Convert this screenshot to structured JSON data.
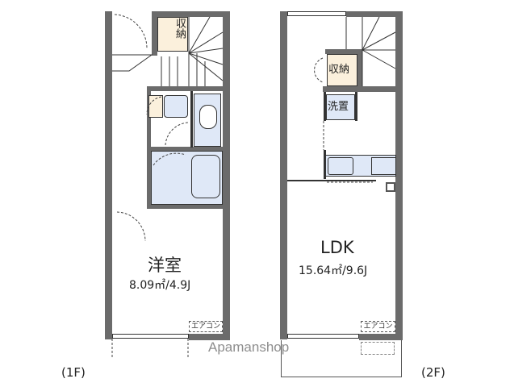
{
  "floor_plan": {
    "floors": [
      {
        "label": "(1F)",
        "rooms": [
          {
            "name": "洋室",
            "area": "8.09㎡/4.9J"
          },
          {
            "name": "収納",
            "type": "storage"
          }
        ],
        "fixtures": [
          "washbasin",
          "toilet",
          "bathtub",
          "stairs"
        ],
        "aircon_label": "エアコン"
      },
      {
        "label": "(2F)",
        "rooms": [
          {
            "name": "LDK",
            "area": "15.64㎡/9.6J"
          },
          {
            "name": "収納",
            "type": "storage"
          },
          {
            "name": "洗置",
            "type": "washer-space"
          }
        ],
        "fixtures": [
          "kitchen-sink",
          "stove",
          "stairs",
          "balcony"
        ],
        "aircon_label": "エアコン"
      }
    ],
    "watermark": "Apamanshop",
    "colors": {
      "wall": "#6b6b6b",
      "wet_area": "#dfe8f7",
      "storage": "#fbf0dc"
    }
  }
}
